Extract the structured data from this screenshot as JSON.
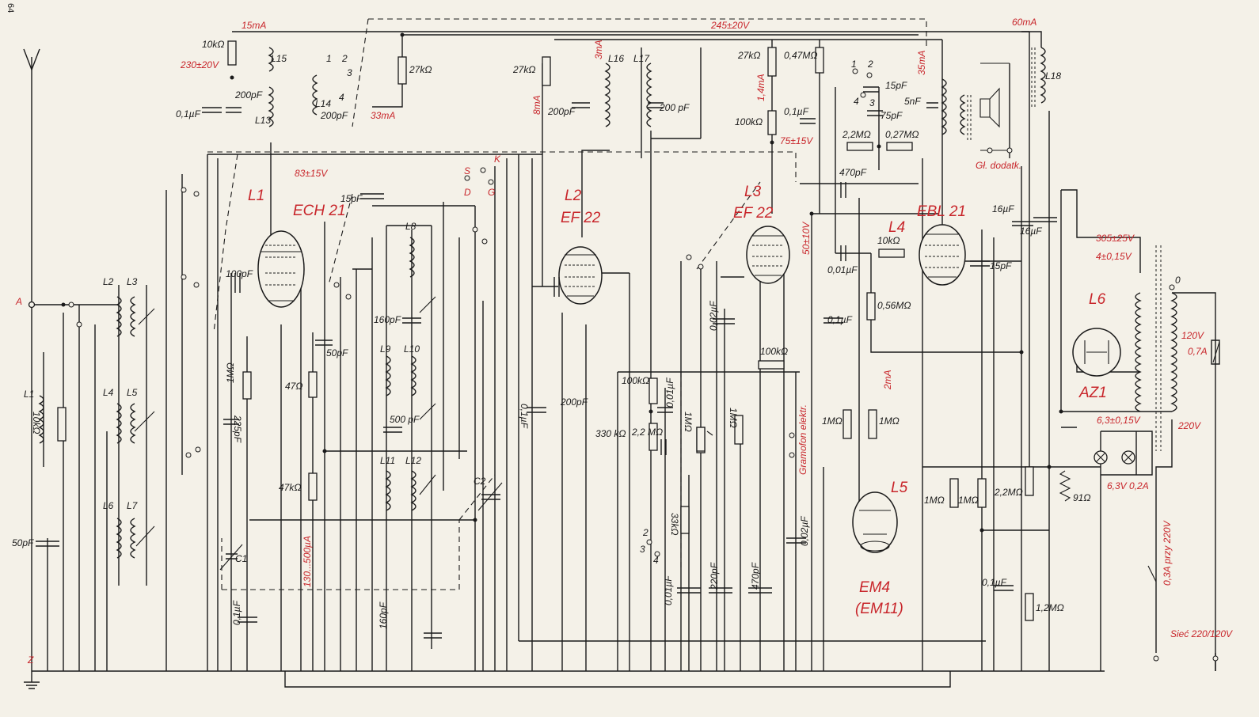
{
  "page_number": "64",
  "terminals": {
    "antenna": "A",
    "ground": "Z"
  },
  "tubes": [
    {
      "id": "L1",
      "type": "ECH 21"
    },
    {
      "id": "L2",
      "type": "EF 22"
    },
    {
      "id": "L3",
      "type": "EF 22"
    },
    {
      "id": "L4",
      "type": "EBL 21"
    },
    {
      "id": "L5",
      "type": "EM4",
      "alt": "(EM11)"
    },
    {
      "id": "L6",
      "type": "AZ1"
    }
  ],
  "coils": [
    "L1",
    "L2",
    "L3",
    "L4",
    "L5",
    "L6",
    "L7",
    "L8",
    "L9",
    "L10",
    "L11",
    "L12",
    "L13",
    "L14",
    "L15",
    "L16",
    "L17",
    "L18"
  ],
  "variable_caps": [
    "C1",
    "C2"
  ],
  "resistors": [
    "10kΩ",
    "10kΩ",
    "27kΩ",
    "27kΩ",
    "27kΩ",
    "0,47MΩ",
    "100kΩ",
    "1MΩ",
    "47Ω",
    "47kΩ",
    "100kΩ",
    "330 kΩ",
    "2,2 MΩ",
    "1MΩ",
    "1MΩ",
    "100kΩ",
    "33kΩ",
    "2,2MΩ",
    "0,27MΩ",
    "10kΩ",
    "0,56MΩ",
    "1MΩ",
    "1MΩ",
    "1MΩ",
    "1MΩ",
    "2,2MΩ",
    "91Ω",
    "1,2MΩ"
  ],
  "capacitors": [
    "0,1µF",
    "200pF",
    "200pF",
    "200pF",
    "200 pF",
    "0,1µF",
    "5nF",
    "75pF",
    "15pF",
    "470pF",
    "16µF",
    "16µF",
    "15pF",
    "15pF",
    "100pF",
    "0,01µF",
    "0,1µF",
    "225pF",
    "50pF",
    "160pF",
    "500 pF",
    "160pF",
    "50pF",
    "0,1µF",
    "200pF",
    "0,01µF",
    "0,02µF",
    "0,1µF",
    "0,01µF",
    "220pF",
    "470pF",
    "0,02µF",
    "0,1µF"
  ],
  "measurements": [
    "15mA",
    "230±20V",
    "245±20V",
    "60mA",
    "3mA",
    "33mA",
    "8mA",
    "1,4mA",
    "35mA",
    "75±15V",
    "83±15V",
    "50±10V",
    "305±25V",
    "4±0,15V",
    "130...500µA",
    "2mA",
    "6,3±0,15V"
  ],
  "switch_contacts": {
    "band_switch": [
      "1",
      "2",
      "3",
      "4"
    ],
    "tone_switch": [
      "1",
      "2",
      "3",
      "4"
    ],
    "selector": [
      "S",
      "K",
      "D",
      "G"
    ],
    "lower_switch": [
      "2",
      "3",
      "4"
    ]
  },
  "labels": {
    "extra_speaker": "Gł. dodatk.",
    "gramophone": "Gramofon elektr.",
    "fuse": "0,3A przy 220V",
    "mains": "Sieć 220/120V",
    "pilot_lamp": "6,3V 0,2A",
    "tap_120": "120V",
    "tap_220": "220V",
    "tap_0": "0",
    "mains_fuse": "0,7A"
  },
  "colors": {
    "ink": "#1a1a1a",
    "annotation_red": "#c8262b",
    "paper": "#f4f1e8"
  }
}
